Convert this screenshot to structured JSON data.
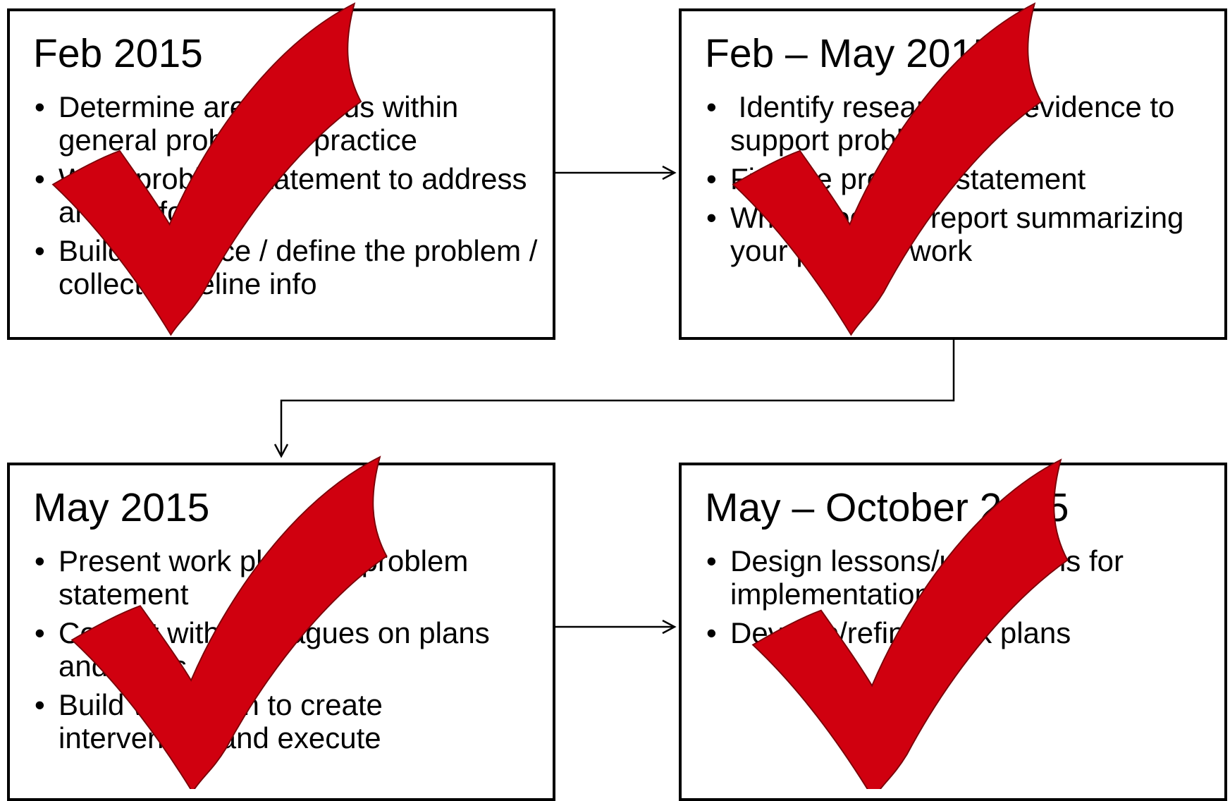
{
  "boxes": [
    {
      "title": "Feb 2015",
      "bullets": [
        "Determine area of focus within general problem of practice",
        "Write problem statement to address area of focus",
        "Build evidence / define the problem / collect baseline info"
      ]
    },
    {
      "title": "Feb – May 2015",
      "bullets": [
        " Identify research and evidence to support problem",
        "Finalize problem statement",
        "Write progress report summarizing your planned work"
      ]
    },
    {
      "title": "May 2015",
      "bullets": [
        "Present work plan and problem statement",
        "Consult with colleagues on plans and ideas",
        "Build work plan to create intervention and execute"
      ]
    },
    {
      "title": "May – October 2015",
      "bullets": [
        "Design lessons/units/plans for implementation",
        "Develop/refine work plans"
      ]
    }
  ],
  "bullet_symbol": "•",
  "checkmark": {
    "icon": "checkmark-icon",
    "fill": "#d0000f",
    "stroke": "#7a0008"
  },
  "line_color": "#000000"
}
